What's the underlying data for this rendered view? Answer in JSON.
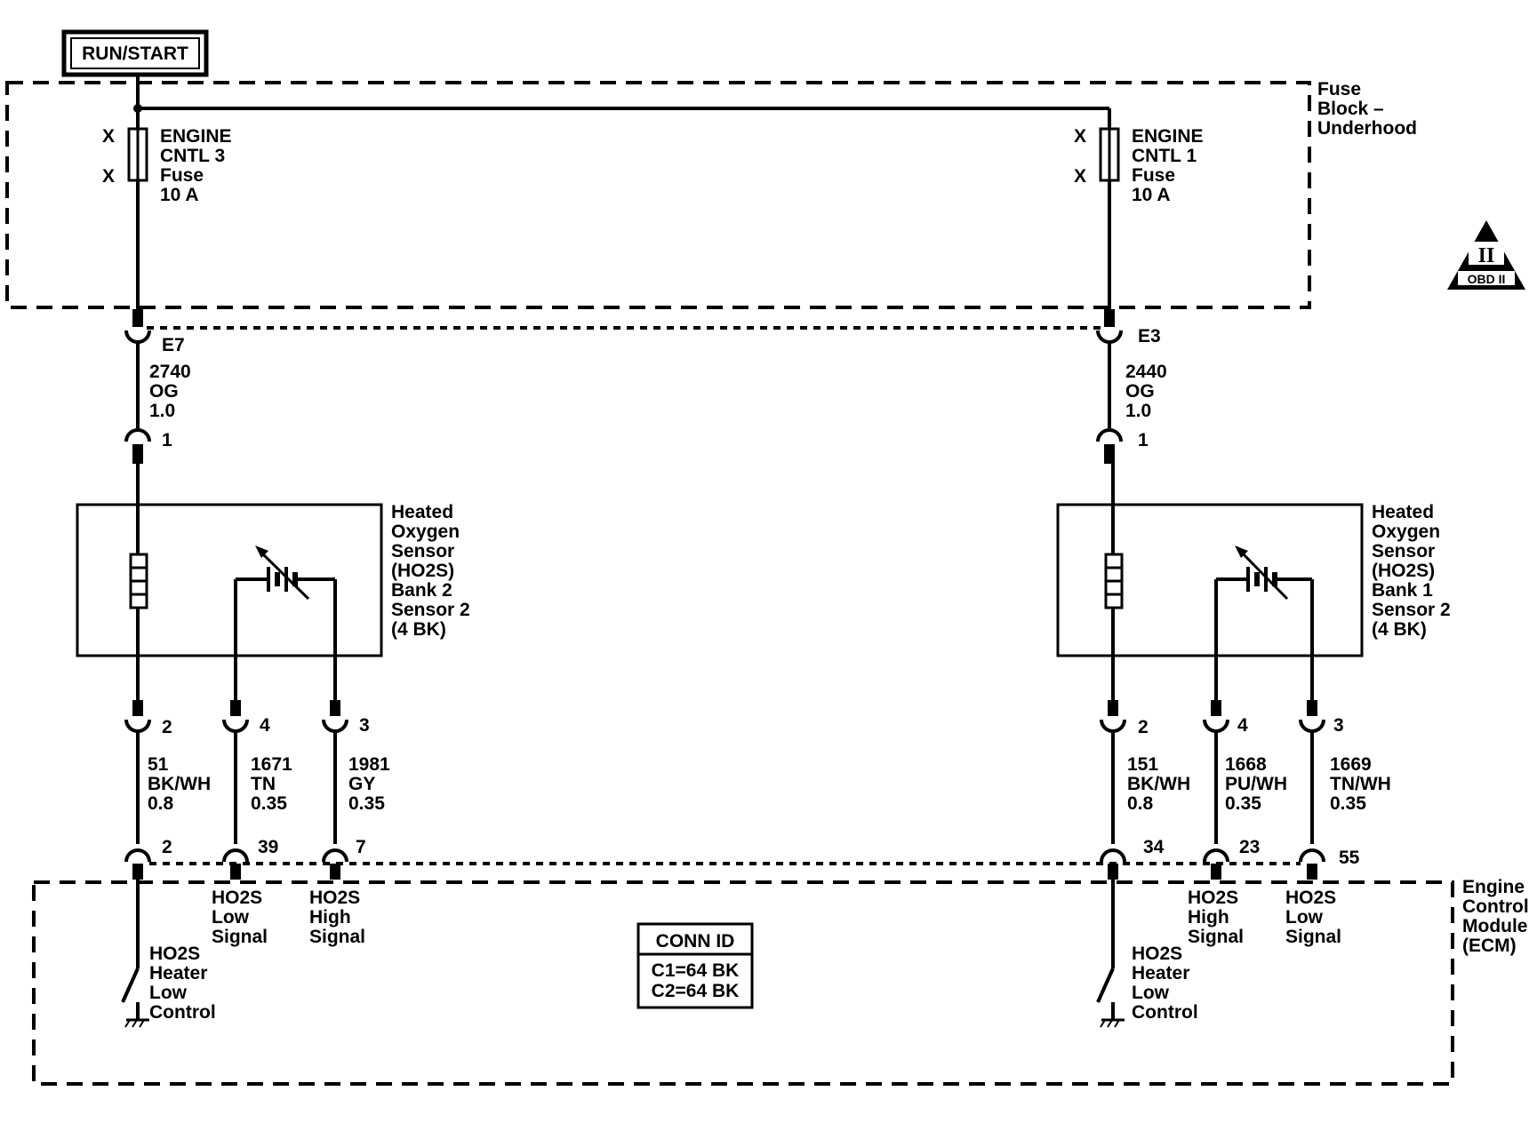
{
  "power": {
    "label": "RUN/START"
  },
  "fuse_block": {
    "label": [
      "Fuse",
      "Block –",
      "Underhood"
    ]
  },
  "fuses": [
    {
      "label": [
        "ENGINE",
        "CNTL 3",
        "Fuse",
        "10 A"
      ],
      "marks": [
        "X",
        "X"
      ]
    },
    {
      "label": [
        "ENGINE",
        "CNTL 1",
        "Fuse",
        "10 A"
      ],
      "marks": [
        "X",
        "X"
      ]
    }
  ],
  "obd_badge": {
    "numeral": "II",
    "text": "OBD II"
  },
  "connectors": {
    "fuse_block_left": "E7",
    "fuse_block_right": "E3"
  },
  "feed_wires": [
    {
      "circuit": "2740",
      "color": "OG",
      "gauge": "1.0"
    },
    {
      "circuit": "2440",
      "color": "OG",
      "gauge": "1.0"
    }
  ],
  "sensors": [
    {
      "label": [
        "Heated",
        "Oxygen",
        "Sensor",
        "(HO2S)",
        "Bank 2",
        "Sensor 2",
        "(4 BK)"
      ],
      "pins": {
        "top": "1",
        "a": "2",
        "b": "4",
        "c": "3"
      },
      "wires": [
        {
          "circuit": "51",
          "color": "BK/WH",
          "gauge": "0.8"
        },
        {
          "circuit": "1671",
          "color": "TN",
          "gauge": "0.35"
        },
        {
          "circuit": "1981",
          "color": "GY",
          "gauge": "0.35"
        }
      ],
      "ecm_pins": [
        "2",
        "39",
        "7"
      ],
      "ecm_signals": [
        [
          "HO2S",
          "Low",
          "Signal"
        ],
        [
          "HO2S",
          "High",
          "Signal"
        ]
      ],
      "heater_control": [
        "HO2S",
        "Heater",
        "Low",
        "Control"
      ]
    },
    {
      "label": [
        "Heated",
        "Oxygen",
        "Sensor",
        "(HO2S)",
        "Bank 1",
        "Sensor 2",
        "(4 BK)"
      ],
      "pins": {
        "top": "1",
        "a": "2",
        "b": "4",
        "c": "3"
      },
      "wires": [
        {
          "circuit": "151",
          "color": "BK/WH",
          "gauge": "0.8"
        },
        {
          "circuit": "1668",
          "color": "PU/WH",
          "gauge": "0.35"
        },
        {
          "circuit": "1669",
          "color": "TN/WH",
          "gauge": "0.35"
        }
      ],
      "ecm_pins": [
        "34",
        "23",
        "55"
      ],
      "ecm_signals": [
        [
          "HO2S",
          "High",
          "Signal"
        ],
        [
          "HO2S",
          "Low",
          "Signal"
        ]
      ],
      "heater_control": [
        "HO2S",
        "Heater",
        "Low",
        "Control"
      ]
    }
  ],
  "ecm": {
    "label": [
      "Engine",
      "Control",
      "Module",
      "(ECM)"
    ]
  },
  "conn_id": {
    "title": "CONN ID",
    "lines": [
      "C1=64 BK",
      "C2=64 BK"
    ]
  }
}
